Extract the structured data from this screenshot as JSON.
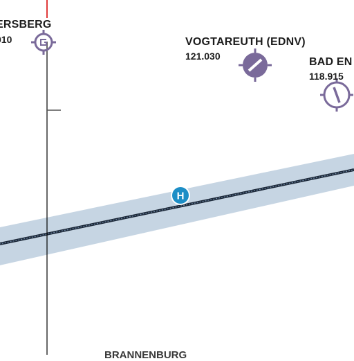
{
  "map": {
    "airfields": [
      {
        "id": "eggenfelden-partial",
        "name": "ERSBERG",
        "frequency": "010",
        "symbol": "glider-site"
      },
      {
        "id": "vogtareuth",
        "name": "VOGTAREUTH (EDNV)",
        "frequency": "121.030",
        "symbol": "airfield-with-runway"
      },
      {
        "id": "bad-endorf",
        "name": "BAD EN",
        "frequency": "118.915",
        "symbol": "airfield-with-runway"
      }
    ],
    "heliport": {
      "symbol": "H"
    },
    "bottom_place_label": "BRANNENBURG",
    "colors": {
      "airfield_symbol": "#7a6a9a",
      "heliport_fill": "#1d8ec6",
      "corridor_band": "#c3d3e2",
      "route_line": "#1e2a3a",
      "border_line": "#000000",
      "red_mark": "#e03a3a"
    }
  }
}
